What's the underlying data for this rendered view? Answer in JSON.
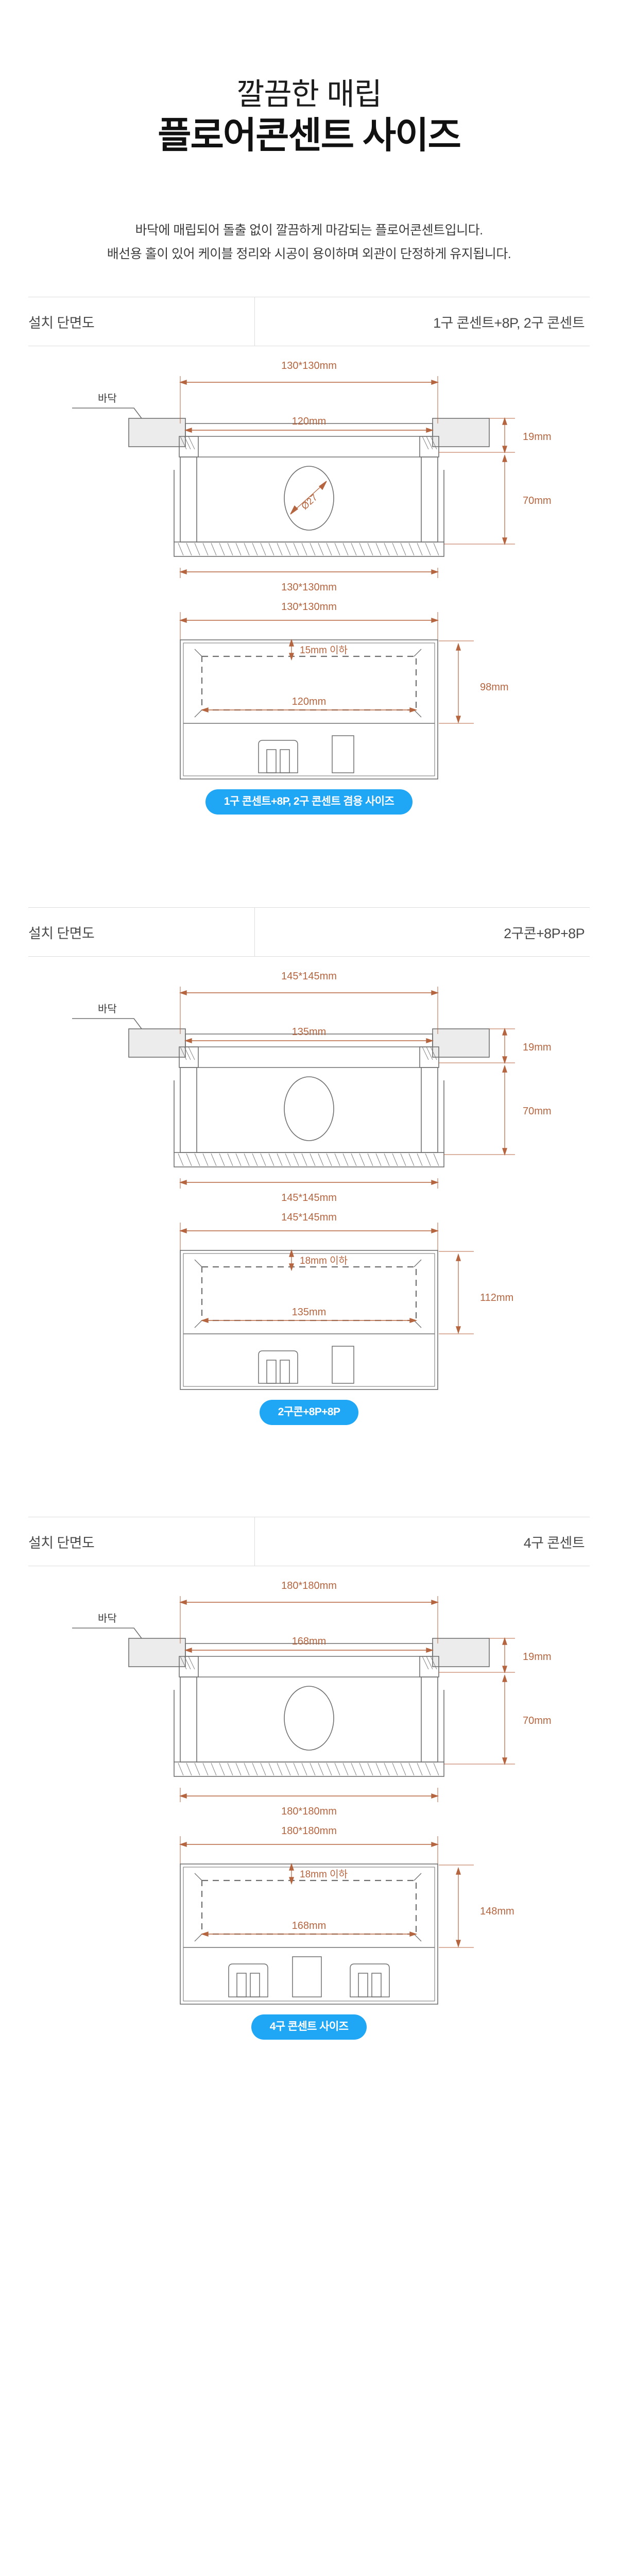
{
  "hero": {
    "title_line1": "깔끔한 매립",
    "title_line2": "플로어콘센트 사이즈",
    "desc_line1": "바닥에 매립되어 돌출 없이 깔끔하게 마감되는 플로어콘센트입니다.",
    "desc_line2": "배선용 홀이 있어 케이블 정리와 시공이 용이하며 외관이 단정하게 유지됩니다."
  },
  "colors": {
    "dimension": "#b5653f",
    "badge_bg": "#1fa6f5",
    "badge_text": "#ffffff",
    "line": "#6f6f6f",
    "flange_fill": "#ececec",
    "rule": "#dcdcdc"
  },
  "sections": [
    {
      "header_label": "설치 단면도",
      "header_value": "1구 콘센트+8P, 2구 콘센트",
      "floor_label": "바닥",
      "section_view": {
        "outer_width": "130*130mm",
        "inner_width": "120mm",
        "flange_height": "19mm",
        "body_depth": "70mm",
        "hole_label": "Ø27",
        "has_hole_dim": true
      },
      "plan_view": {
        "top_width": "130*130mm",
        "outer_width": "130*130mm",
        "inset_label": "15mm 이하",
        "inner_width": "120mm",
        "height": "98mm"
      },
      "sockets": "single",
      "badge": "1구 콘센트+8P, 2구 콘센트 겸용 사이즈"
    },
    {
      "header_label": "설치 단면도",
      "header_value": "2구콘+8P+8P",
      "floor_label": "바닥",
      "section_view": {
        "outer_width": "145*145mm",
        "inner_width": "135mm",
        "flange_height": "19mm",
        "body_depth": "70mm",
        "hole_label": "",
        "has_hole_dim": false
      },
      "plan_view": {
        "top_width": "145*145mm",
        "outer_width": "145*145mm",
        "inset_label": "18mm 이하",
        "inner_width": "135mm",
        "height": "112mm"
      },
      "sockets": "single",
      "badge": "2구콘+8P+8P"
    },
    {
      "header_label": "설치 단면도",
      "header_value": "4구 콘센트",
      "floor_label": "바닥",
      "section_view": {
        "outer_width": "180*180mm",
        "inner_width": "168mm",
        "flange_height": "19mm",
        "body_depth": "70mm",
        "hole_label": "",
        "has_hole_dim": false
      },
      "plan_view": {
        "top_width": "180*180mm",
        "outer_width": "180*180mm",
        "inset_label": "18mm 이하",
        "inner_width": "168mm",
        "height": "148mm"
      },
      "sockets": "double",
      "badge": "4구 콘센트 사이즈"
    }
  ]
}
